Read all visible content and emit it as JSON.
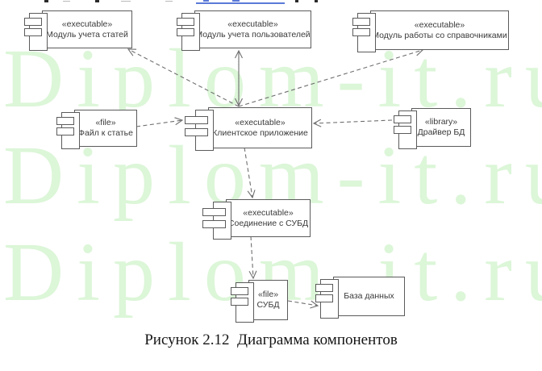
{
  "watermark": {
    "text": "Diplom-it.ru",
    "rows": 3,
    "color": "#dcf6d8"
  },
  "caption": "Рисунок 2.12  Диаграмма компонентов",
  "components": {
    "module_articles": {
      "stereotype": "«executable»",
      "name": "Модуль учета статей"
    },
    "module_users": {
      "stereotype": "«executable»",
      "name": "Модуль учета пользователей"
    },
    "module_reference": {
      "stereotype": "«executable»",
      "name": "Модуль работы со справочниками"
    },
    "file_article": {
      "stereotype": "«file»",
      "name": "Файл к статье"
    },
    "client_app": {
      "stereotype": "«executable»",
      "name": "Клиентское приложение"
    },
    "db_driver": {
      "stereotype": "«library»",
      "name": "Драйвер БД"
    },
    "dbms_connection": {
      "stereotype": "«executable»",
      "name": "Соединение с СУБД"
    },
    "dbms": {
      "stereotype": "«file»",
      "name": "СУБД"
    },
    "database": {
      "name": "База данных"
    }
  },
  "connections": [
    {
      "from": "client_app",
      "to": "module_articles",
      "style": "dashed-arrow"
    },
    {
      "from": "client_app",
      "to": "module_users",
      "style": "dashed-arrow-both"
    },
    {
      "from": "client_app",
      "to": "module_reference",
      "style": "dashed-arrow"
    },
    {
      "from": "file_article",
      "to": "client_app",
      "style": "dashed-arrow"
    },
    {
      "from": "db_driver",
      "to": "client_app",
      "style": "dashed-arrow"
    },
    {
      "from": "client_app",
      "to": "dbms_connection",
      "style": "dashed-arrow"
    },
    {
      "from": "dbms_connection",
      "to": "dbms",
      "style": "dashed-arrow"
    },
    {
      "from": "dbms",
      "to": "database",
      "style": "dashed-arrow"
    }
  ],
  "colors": {
    "watermark": "#dcf6d8",
    "box_border": "#5b5b5b",
    "box_text": "#3a3a3a",
    "arrow": "#6f6f6f",
    "link_blue": "#5b79d8",
    "caption_text": "#141414"
  }
}
